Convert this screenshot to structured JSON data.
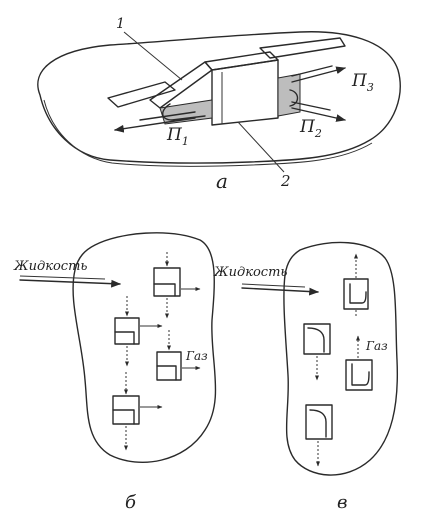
{
  "colors": {
    "ink": "#2a2a2a",
    "paper": "#ffffff",
    "shade": "#bdbdbd"
  },
  "diagram": {
    "panel_a": {
      "caption": "а",
      "callouts": [
        "1",
        "2"
      ],
      "flows": [
        {
          "letter": "П",
          "sub": "1"
        },
        {
          "letter": "П",
          "sub": "2"
        },
        {
          "letter": "П",
          "sub": "3"
        }
      ]
    },
    "panel_b": {
      "caption": "б",
      "inflow_label": "Жидкость",
      "gas_label": "Газ"
    },
    "panel_c": {
      "caption": "в",
      "inflow_label": "Жидкость",
      "gas_label": "Газ"
    }
  }
}
